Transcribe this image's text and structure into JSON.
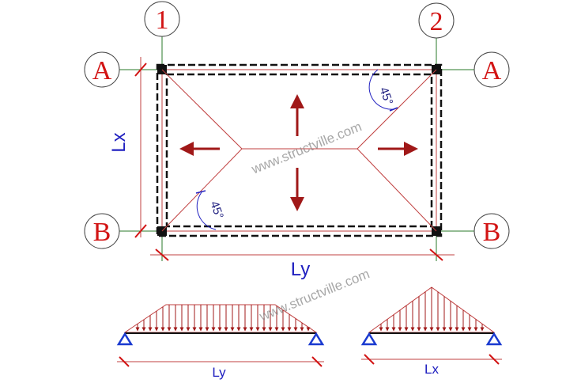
{
  "grid": {
    "col1": "1",
    "col2": "2",
    "rowA_left": "A",
    "rowA_right": "A",
    "rowB_left": "B",
    "rowB_right": "B"
  },
  "dimensions": {
    "lx": "Lx",
    "ly": "Ly",
    "ly_small": "Ly",
    "lx_small": "Lx"
  },
  "angles": {
    "top_right": "45°",
    "bottom_left": "45°"
  },
  "watermarks": {
    "top": "www.structville.com",
    "mid": "www.structville.com",
    "bottom": "www.structville.com"
  },
  "colors": {
    "grid_label": "#d21414",
    "dimension_text": "#2020c0",
    "arrow": "#a01818",
    "slab_line": "#c04040",
    "support": "#1a3ad0"
  }
}
